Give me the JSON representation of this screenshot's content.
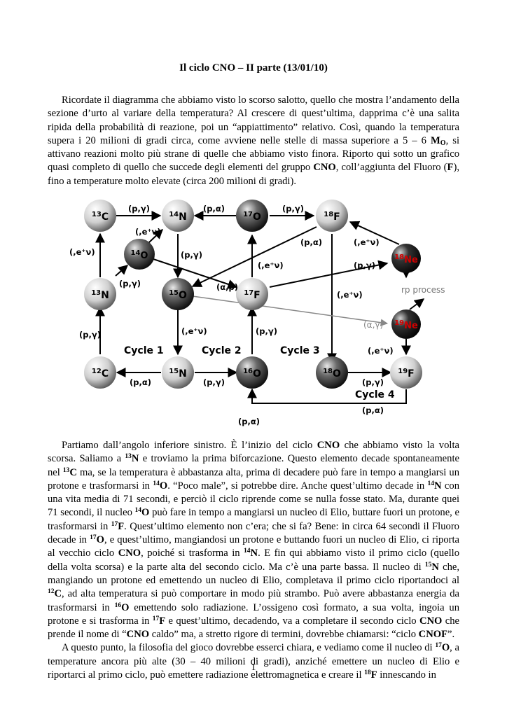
{
  "title": "Il ciclo CNO – II parte (13/01/10)",
  "page_number": "1",
  "paragraph1": {
    "t1": "Ricordate il diagramma che abbiamo visto lo scorso salotto, quello che mostra l’andamento della sezione d’urto al variare della temperatura? Al crescere di quest’ultima, dapprima c’è una salita ripida della probabilità di reazione, poi un “appiattimento” relativo. Così, quando la temperatura supera i 20 milioni di gradi circa, come avviene nelle stelle di massa superiore a 5 – 6 ",
    "mass_sym": "M",
    "mass_sub": "O",
    "t2": ", si attivano reazioni molto più strane di quelle che abbiamo visto finora. Riporto qui sotto un grafico quasi completo di quello che succede degli elementi del gruppo ",
    "cno": "CNO",
    "t3": ", coll’aggiunta del Fluoro (",
    "f": "F",
    "t4": "), fino a temperature molto elevate (circa 200 milioni di gradi)."
  },
  "paragraph2": {
    "s01": "Partiamo dall’angolo inferiore sinistro. È l’inizio del ciclo ",
    "s02": "CNO",
    "s03": " che abbiamo visto la volta scorsa. Saliamo a ",
    "s04": "13",
    "s05": "N",
    "s06": " e troviamo la prima biforcazione. Questo elemento decade spontaneamente nel ",
    "s07": "13",
    "s08": "C",
    "s09": " ma, se la temperatura è abbastanza alta, prima di decadere può fare in tempo a mangiarsi un protone e trasformarsi in ",
    "s10": "14",
    "s11": "O",
    "s12": ". “Poco male”, si potrebbe dire. Anche quest’ultimo decade in ",
    "s13": "14",
    "s14": "N",
    "s15": " con una vita media di 71 secondi, e perciò il ciclo riprende come se nulla fosse stato. Ma, durante quei 71 secondi, il nucleo ",
    "s16": "14",
    "s17": "O",
    "s18": " può fare in tempo a mangiarsi un nucleo di Elio, buttare fuori un protone, e trasformarsi in ",
    "s19": "17",
    "s20": "F",
    "s21": ". Quest’ultimo elemento non c’era; che si fa? Bene: in circa 64 secondi il Fluoro decade in ",
    "s22": "17",
    "s23": "O",
    "s24": ", e quest’ultimo, mangiandosi un protone e buttando fuori un nucleo di Elio, ci riporta al vecchio ciclo ",
    "s25": "CNO",
    "s26": ", poiché si trasforma in ",
    "s27": "14",
    "s28": "N",
    "s29": ". E fin qui abbiamo visto il primo ciclo (quello della volta scorsa) e la parte alta del secondo ciclo. Ma c’è una parte bassa. Il nucleo di ",
    "s30": "15",
    "s31": "N",
    "s32": " che, mangiando un protone ed emettendo un nucleo di Elio, completava il primo ciclo riportandoci al ",
    "s33": "12",
    "s34": "C",
    "s35": ", ad alta temperatura si può comportare in modo più strambo. Può avere abbastanza energia da trasformarsi in ",
    "s36": "16",
    "s37": "O",
    "s38": " emettendo solo radiazione. L’ossigeno così formato, a sua volta, ingoia un protone e si trasforma in ",
    "s39": "17",
    "s40": "F",
    "s41": " e quest’ultimo, decadendo, va a completare il secondo ciclo ",
    "s42": "CNO",
    "s43": " che prende il nome di “",
    "s44": "CNO",
    "s45": " caldo” ma, a stretto rigore di termini, dovrebbe chiamarsi: “ciclo ",
    "s46": "CNOF",
    "s47": "”.",
    "c01": "A questo punto, la filosofia del gioco dovrebbe esserci chiara, e vediamo come il nucleo di ",
    "c02": "17",
    "c03": "O",
    "c04": ", a temperature ancora più alte (30 – 40 milioni di gradi), anziché emettere un nucleo di Elio e riportarci al primo ciclo, può emettere radiazione elettromagnetica e creare il ",
    "c05": "18",
    "c06": "F",
    "c07": " innescando in"
  },
  "diagram": {
    "nuclei": {
      "C13": {
        "mass": "13",
        "el": "C"
      },
      "N14": {
        "mass": "14",
        "el": "N"
      },
      "O17": {
        "mass": "17",
        "el": "O"
      },
      "F18": {
        "mass": "18",
        "el": "F"
      },
      "O14": {
        "mass": "14",
        "el": "O"
      },
      "Ne18": {
        "mass": "18",
        "el": "Ne"
      },
      "N13": {
        "mass": "13",
        "el": "N"
      },
      "O15": {
        "mass": "15",
        "el": "O"
      },
      "F17": {
        "mass": "17",
        "el": "F"
      },
      "Ne19": {
        "mass": "19",
        "el": "Ne"
      },
      "C12": {
        "mass": "12",
        "el": "C"
      },
      "N15": {
        "mass": "15",
        "el": "N"
      },
      "O16": {
        "mass": "16",
        "el": "O"
      },
      "O18": {
        "mass": "18",
        "el": "O"
      },
      "F19": {
        "mass": "19",
        "el": "F"
      }
    },
    "labels": {
      "pg_top1": "(p,γ)",
      "pa_top": "(p,α)",
      "pg_top2": "(p,γ)",
      "ev_14o": "(,e⁺ν)",
      "ev_left": "(,e⁺ν)",
      "pg_14n": "(p,γ)",
      "pa_18f": "(p,α)",
      "ev_18ne": "(,e⁺ν)",
      "ev_17o": "(,e⁺ν)",
      "pg_18ne": "(p,γ)",
      "pg_14o": "(p,γ)",
      "ap": "(α,p)",
      "ev_17f": "(,e⁺ν)",
      "rp": "rp process",
      "ag": "(α,γ)",
      "pg_left": "(p,γ)",
      "ev_15n": "(,e⁺ν)",
      "pg_16o": "(p,γ)",
      "ev_19f": "(,e⁺ν)",
      "cycle1": "Cycle 1",
      "cycle2": "Cycle 2",
      "cycle3": "Cycle 3",
      "cycle4": "Cycle 4",
      "pa_b1": "(p,α)",
      "pg_b1": "(p,γ)",
      "pg_b2": "(p,γ)",
      "pa_b2": "(p,α)",
      "pa_bottom": "(p,α)"
    }
  }
}
